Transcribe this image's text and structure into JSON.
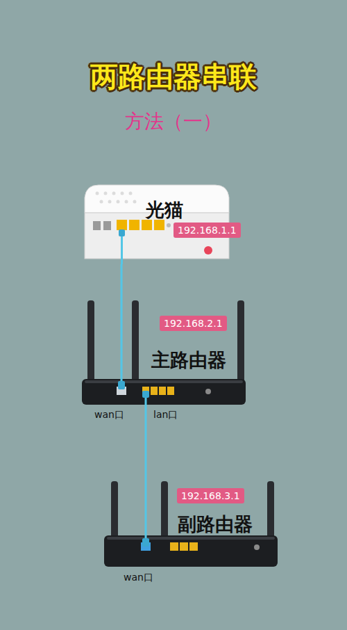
{
  "diagram": {
    "title": "两路由器串联",
    "nodes": [
      {
        "text": [
          "光猫"
        ]
      },
      {
        "text": [
          "192.168.1.1"
        ],
        "in": 0
      },
      {
        "text": [
          "主路由器"
        ]
      },
      {
        "text": [
          "192.168.2.1"
        ],
        "in": 2
      },
      {
        "text": [
          "副路由器"
        ]
      },
      {
        "text": [
          "192.168.3.1"
        ],
        "in": 4
      }
    ],
    "edges": [
      {
        "from": 0,
        "to": 2,
        "arrow": "none"
      },
      {
        "from": 2,
        "to": 4,
        "arrow": "none"
      }
    ],
    "labels": [
      "方法（一）",
      "wan口",
      "lan口",
      "wan口"
    ]
  }
}
